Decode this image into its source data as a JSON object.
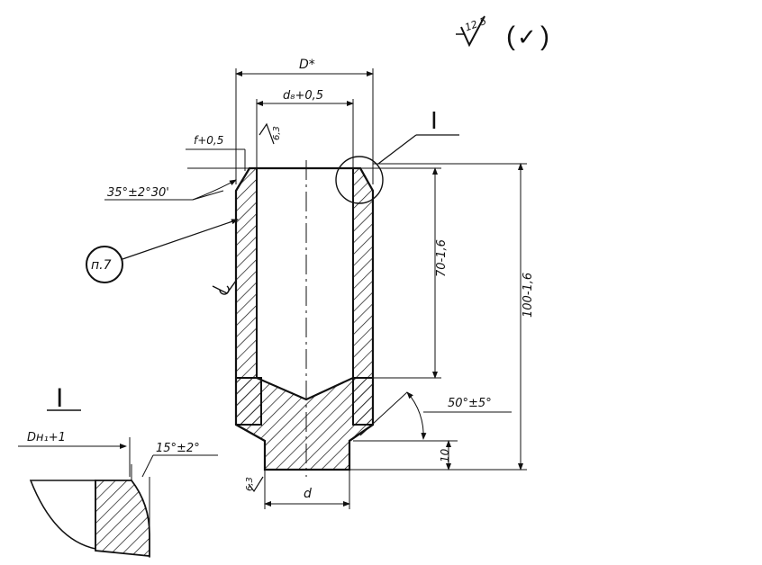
{
  "surface_finish": {
    "value": "12,5",
    "bracket_open": "(",
    "bracket_close": ")",
    "check": "✓"
  },
  "dimensions": {
    "outer_diameter": "D*",
    "bore_diameter": "d₈+0,5",
    "chamfer": "f+0,5",
    "chamfer_angle": "35°±2°30'",
    "bore_depth": "70-1,6",
    "total_height": "100-1,6",
    "cone_angle": "50°±5°",
    "shoulder_height": "10",
    "pin_diameter": "d",
    "roughness_top": "6,3",
    "roughness_bottom": "6,3"
  },
  "callouts": {
    "note": "п.7",
    "detail_ref": "I"
  },
  "detail_view": {
    "title": "I",
    "diameter_label": "Dн₁+1",
    "angle_label": "15°±2°"
  },
  "colors": {
    "ink": "#111111",
    "paper": "#ffffff"
  }
}
